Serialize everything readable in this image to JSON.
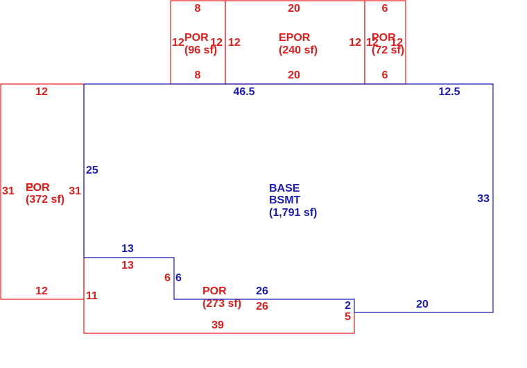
{
  "colors": {
    "porch": "#e31b1b",
    "base": "#1a1ab8",
    "background": "#ffffff"
  },
  "areas": {
    "por_top_left": {
      "name": "POR",
      "area": "(96 sf)",
      "top": "8",
      "bottom": "8",
      "left": "12",
      "right": "12"
    },
    "epor_top": {
      "name": "EPOR",
      "area": "(240 sf)",
      "top": "20",
      "bottom": "20",
      "left": "12",
      "right": "12"
    },
    "por_top_right": {
      "name": "POR",
      "area": "(72 sf)",
      "top": "6",
      "bottom": "6",
      "left": "12",
      "right": "12"
    },
    "left_porch": {
      "name_a": "EOR",
      "name_b": "POR",
      "area": "(372 sf)",
      "top": "12",
      "bottom": "12",
      "left": "31",
      "right": "31"
    },
    "bottom_porch": {
      "name": "POR",
      "area": "(273 sf)",
      "top_a": "13",
      "step": "6",
      "top_b": "26",
      "right": "5",
      "bottom": "39",
      "left": "11"
    },
    "base": {
      "line1": "BASE",
      "line2": "BSMT",
      "area": "(1,791 sf)",
      "dims": {
        "top_a": "46.5",
        "top_b": "12.5",
        "right": "33",
        "bottom_right": "20",
        "step_small": "2",
        "bottom_mid": "26",
        "step_left": "6",
        "bottom_left": "13",
        "left": "25"
      }
    }
  }
}
